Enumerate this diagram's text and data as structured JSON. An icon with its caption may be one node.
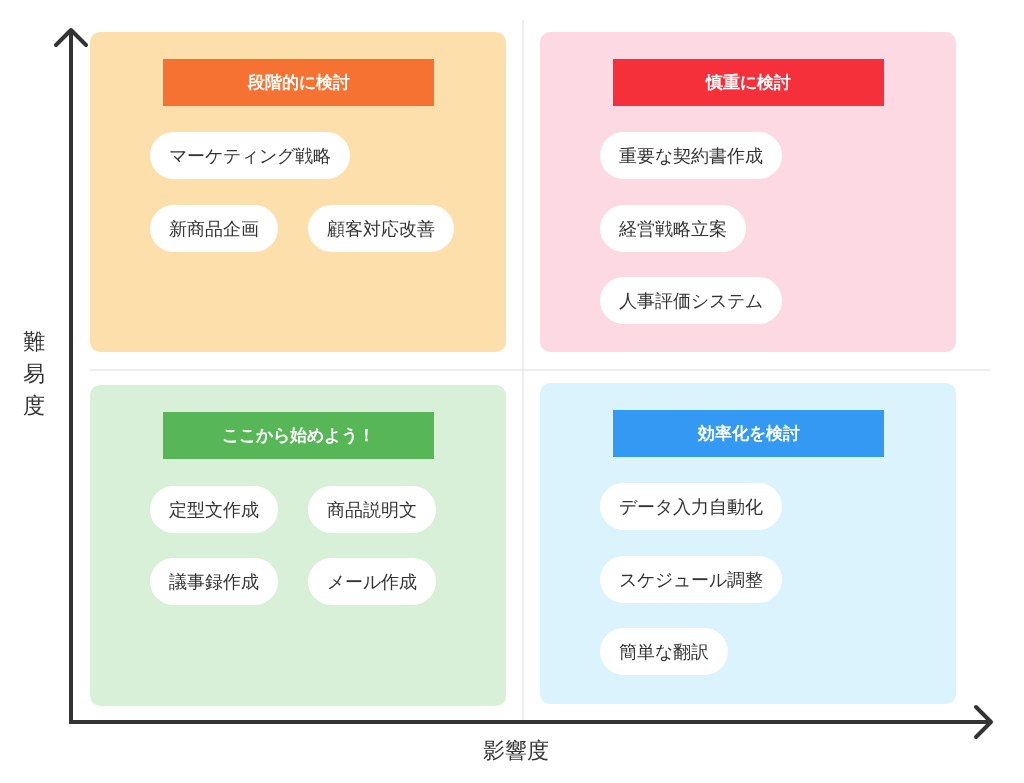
{
  "diagram": {
    "nodes": [
      {
        "text": [
          "段階的に検討"
        ]
      },
      {
        "text": [
          "マーケティング戦略"
        ],
        "in": 0
      },
      {
        "text": [
          "新商品企画"
        ],
        "in": 0
      },
      {
        "text": [
          "顧客対応改善"
        ],
        "in": 0
      },
      {
        "text": [
          "慎重に検討"
        ]
      },
      {
        "text": [
          "重要な契約書作成"
        ],
        "in": 4
      },
      {
        "text": [
          "経営戦略立案"
        ],
        "in": 4
      },
      {
        "text": [
          "人事評価システム"
        ],
        "in": 4
      },
      {
        "text": [
          "ここから始めよう！"
        ]
      },
      {
        "text": [
          "定型文作成"
        ],
        "in": 8
      },
      {
        "text": [
          "商品説明文"
        ],
        "in": 8
      },
      {
        "text": [
          "議事録作成"
        ],
        "in": 8
      },
      {
        "text": [
          "メール作成"
        ],
        "in": 8
      },
      {
        "text": [
          "効率化を検討"
        ]
      },
      {
        "text": [
          "データ入力自動化"
        ],
        "in": 13
      },
      {
        "text": [
          "スケジュール調整"
        ],
        "in": 13
      },
      {
        "text": [
          "簡単な翻訳"
        ],
        "in": 13
      }
    ],
    "labels": [
      "難易度",
      "影響度"
    ]
  }
}
